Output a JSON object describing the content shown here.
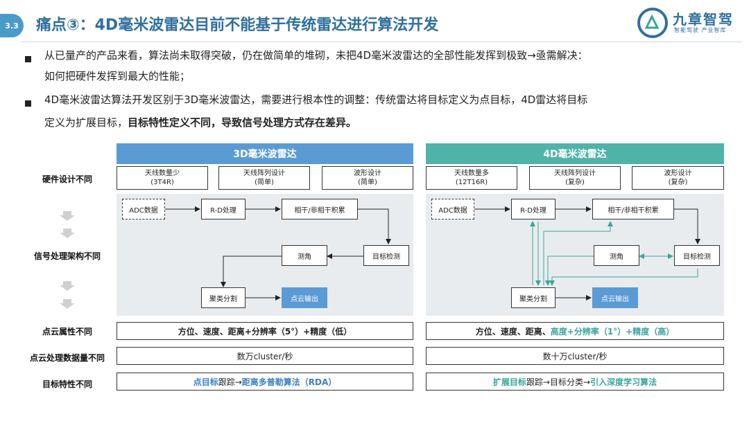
{
  "header": {
    "section": "3.3",
    "title": "痛点③：4D毫米波雷达目前不能基于传统雷达进行算法开发",
    "logo_name": "九章智驾",
    "logo_sub": "智能驾驶 产业智库"
  },
  "bullets": [
    {
      "line1": "从已量产的产品来看，算法尚未取得突破，仍在做简单的堆砌，未把4D毫米波雷达的全部性能发挥到极致→亟需解决：",
      "line2": "如何把硬件发挥到最大的性能；"
    },
    {
      "line1": "4D毫米波雷达算法开发区别于3D毫米波雷达，需要进行根本性的调整：传统雷达将目标定义为点目标，4D雷达将目标",
      "line2_plain": "定义为扩展目标，",
      "line2_bold": "目标特性定义不同，导致信号处理方式存在差异。"
    }
  ],
  "columns": {
    "left_title": "3D毫米波雷达",
    "right_title": "4D毫米波雷达"
  },
  "row_labels": {
    "hardware": "硬件设计不同",
    "signal": "信号处理架构不同",
    "point_attr": "点云属性不同",
    "data_amount": "点云处理数据量不同",
    "target": "目标特性不同"
  },
  "hardware_3d": [
    {
      "l1": "天线数量少",
      "l2": "(3T4R)"
    },
    {
      "l1": "天线阵列设计",
      "l2": "(简单)"
    },
    {
      "l1": "波形设计",
      "l2": "(简单)"
    }
  ],
  "hardware_4d": [
    {
      "l1": "天线数量多",
      "l2": "(12T16R)"
    },
    {
      "l1": "天线阵列设计",
      "l2": "(复杂)"
    },
    {
      "l1": "波形设计",
      "l2": "(复杂)"
    }
  ],
  "flow": {
    "adc": "ADC数据",
    "rd": "R-D处理",
    "coherent": "相干/非相干积累",
    "detect": "目标检测",
    "angle": "测角",
    "cluster": "聚类分割",
    "output": "点云输出"
  },
  "point_attr_3d": {
    "text": "方位、速度、距离+分辨率（5°）+精度（低）"
  },
  "point_attr_4d": {
    "plain": "方位、速度、距离、",
    "teal": "高度+分辨率（1°）+精度（高）"
  },
  "data_3d": "数万cluster/秒",
  "data_4d": "数十万cluster/秒",
  "target_3d": {
    "a": "点目标",
    "b": "跟踪→",
    "c": "距离多普勒算法（RDA）"
  },
  "target_4d": {
    "a": "扩展目标",
    "b": "跟踪→目标分类→",
    "c": "引入深度学习算法"
  },
  "colors": {
    "blue": "#5b9bd5",
    "teal": "#4fb3a9",
    "title": "#2f6f9e"
  }
}
